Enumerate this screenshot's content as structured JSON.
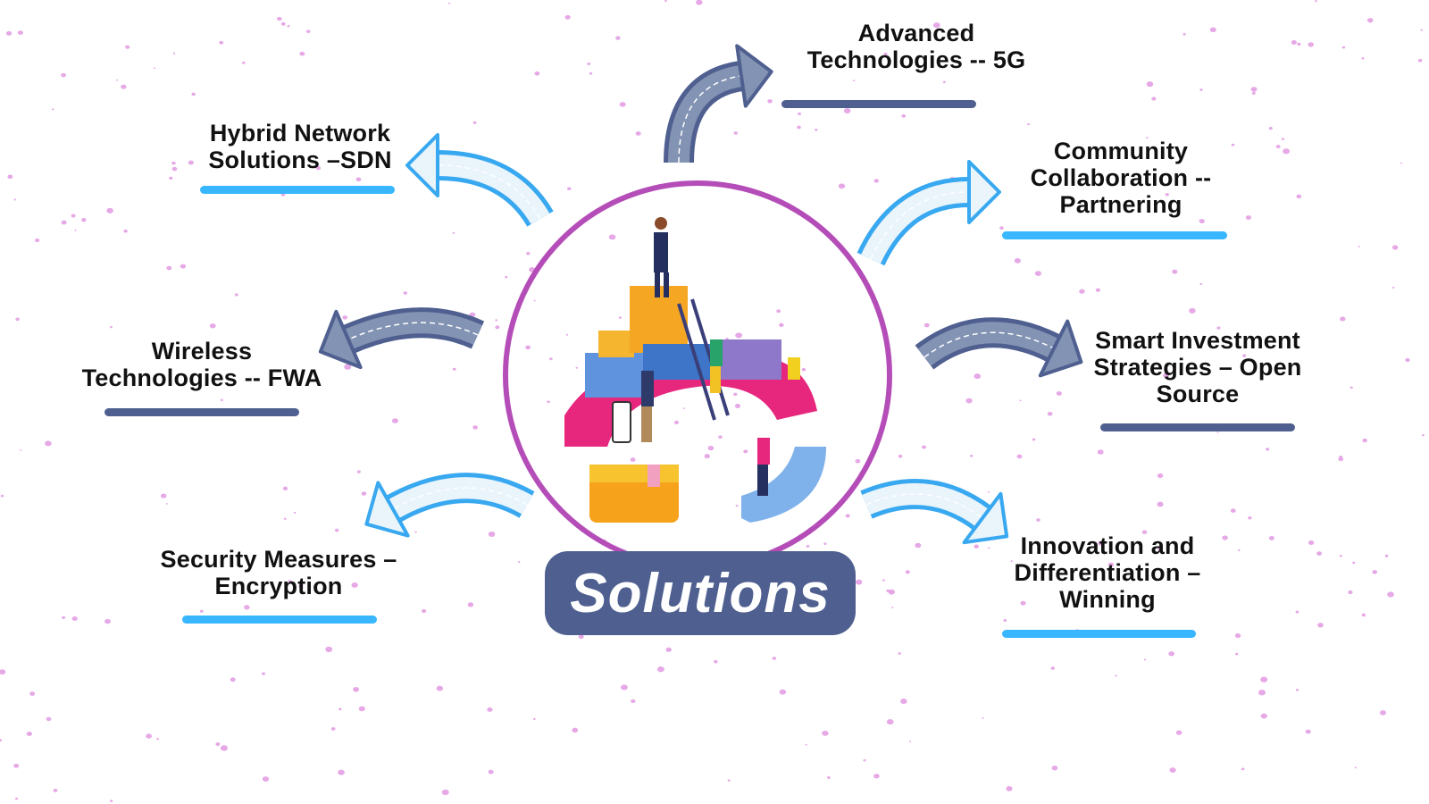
{
  "title": "Solutions",
  "items": [
    {
      "id": "advanced",
      "lines": [
        "Advanced",
        "Technologies -- 5G"
      ]
    },
    {
      "id": "hybrid",
      "lines": [
        "Hybrid Network",
        "Solutions –SDN"
      ]
    },
    {
      "id": "community",
      "lines": [
        "Community",
        "Collaboration --",
        "Partnering"
      ]
    },
    {
      "id": "wireless",
      "lines": [
        "Wireless",
        "Technologies -- FWA"
      ]
    },
    {
      "id": "smart",
      "lines": [
        "Smart Investment",
        "Strategies – Open",
        "Source"
      ]
    },
    {
      "id": "security",
      "lines": [
        "Security Measures –",
        "Encryption"
      ]
    },
    {
      "id": "innovation",
      "lines": [
        "Innovation and",
        "Differentiation –",
        "Winning"
      ]
    }
  ],
  "colors": {
    "dark": "#4f6090",
    "blue": "#38b6ff",
    "circle": "#b54db9",
    "dots": "#e6a8e6"
  }
}
